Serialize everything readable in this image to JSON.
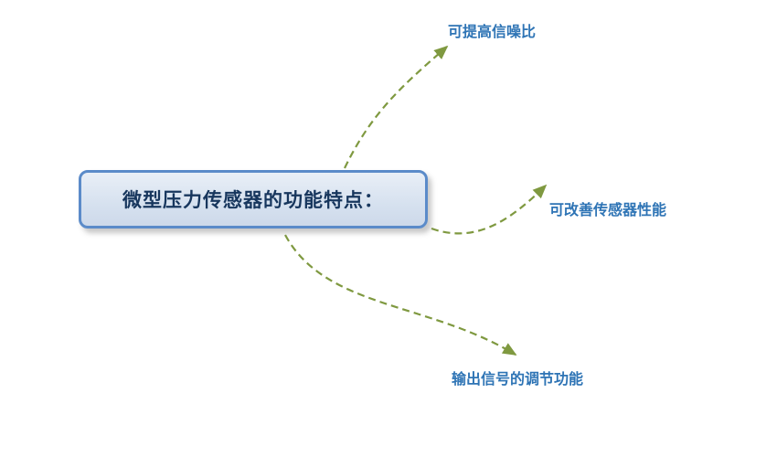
{
  "diagram": {
    "root": {
      "title": "微型压力传感器的功能特点："
    },
    "nodes": [
      {
        "label": "可提高信噪比"
      },
      {
        "label": "可改善传感器性能"
      },
      {
        "label": "输出信号的调节功能"
      }
    ],
    "colors": {
      "box_border": "#5b8bc9",
      "box_fill_top": "#e9eff7",
      "box_fill_bottom": "#cdd9ea",
      "box_text": "#17365d",
      "leaf_text": "#2e74b5",
      "arrow": "#7f9940",
      "background": "#ffffff"
    }
  }
}
